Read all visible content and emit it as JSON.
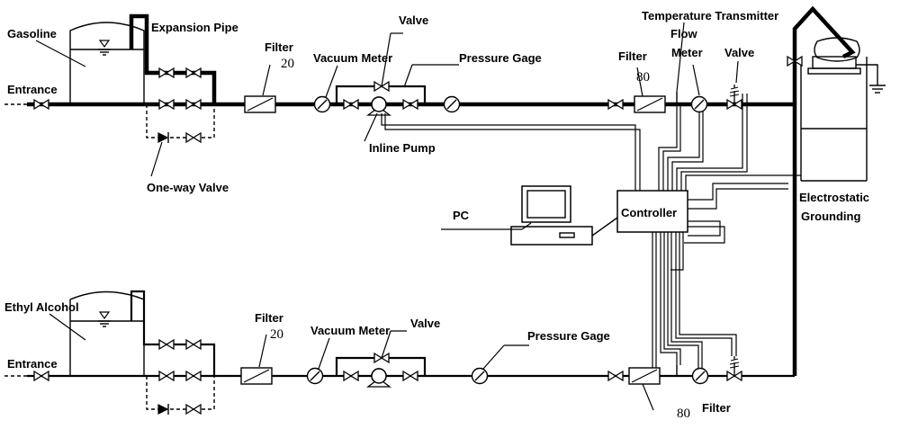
{
  "labels": {
    "gasoline": "Gasoline",
    "expansion_pipe": "Expansion Pipe",
    "entrance_top": "Entrance",
    "one_way_valve": "One-way Valve",
    "filter_top_left": "Filter",
    "filter_top_left_rating": "20",
    "vacuum_meter_top": "Vacuum Meter",
    "valve_top": "Valve",
    "pressure_gage_top": "Pressure Gage",
    "inline_pump": "Inline Pump",
    "filter_top_right": "Filter",
    "filter_top_right_rating": "80",
    "temperature_transmitter": "Temperature Transmitter",
    "flow": "Flow",
    "meter": "Meter",
    "valve_top_right": "Valve",
    "electrostatic": "Electrostatic",
    "grounding": "Grounding",
    "pc": "PC",
    "controller": "Controller",
    "ethyl_alcohol": "Ethyl Alcohol",
    "entrance_bottom": "Entrance",
    "filter_bottom_left": "Filter",
    "filter_bottom_left_rating": "20",
    "vacuum_meter_bottom": "Vacuum Meter",
    "valve_bottom": "Valve",
    "pressure_gage_bottom": "Pressure Gage",
    "filter_bottom_right_rating": "80",
    "filter_bottom_right": "Filter"
  }
}
